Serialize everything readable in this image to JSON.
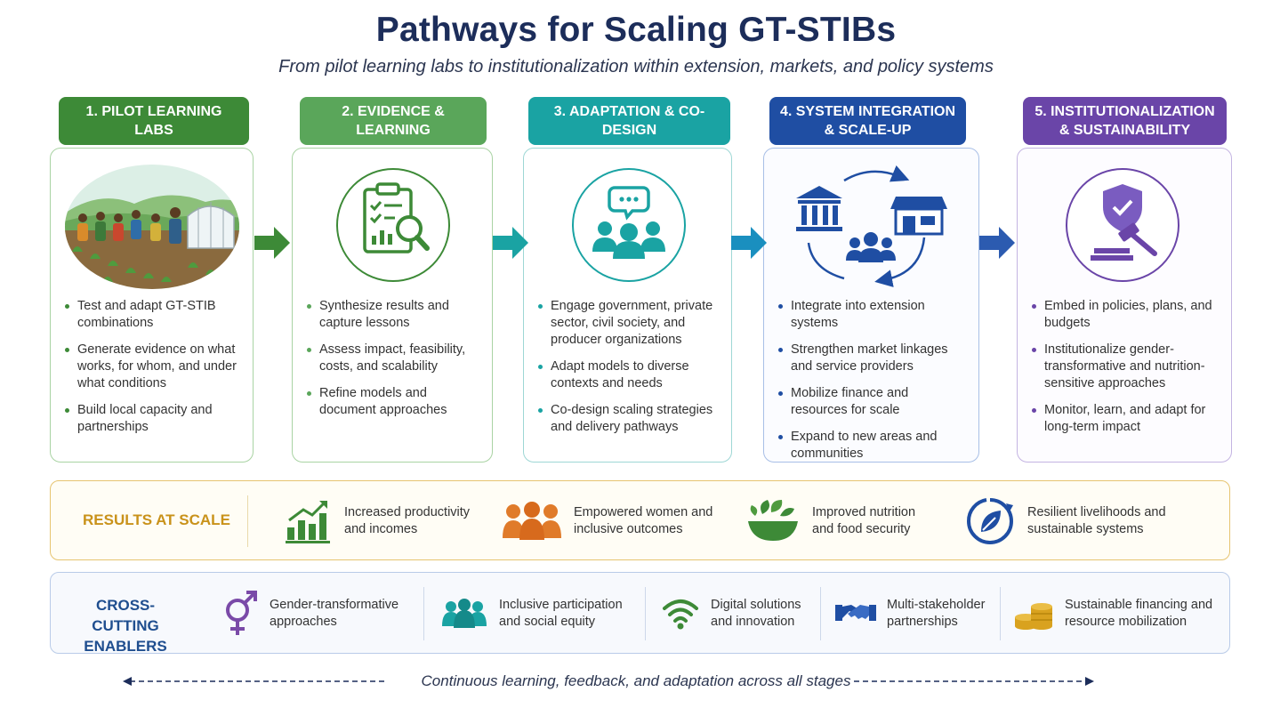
{
  "title": "Pathways for Scaling GT-STIBs",
  "subtitle": "From pilot learning labs to institutionalization within extension, markets, and policy systems",
  "stages": [
    {
      "label": "1. PILOT LEARNING LABS",
      "color": "#3d8a37",
      "bullets": [
        "Test and adapt GT-STIB combinations",
        "Generate evidence on what works, for whom, and under what conditions",
        "Build local capacity and partnerships"
      ]
    },
    {
      "label": "2. EVIDENCE & LEARNING",
      "color": "#5aa65a",
      "bullets": [
        "Synthesize results and capture lessons",
        "Assess impact, feasibility, costs, and scalability",
        "Refine models and document approaches"
      ]
    },
    {
      "label": "3. ADAPTATION & CO-DESIGN",
      "color": "#1aa3a3",
      "bullets": [
        "Engage government, private sector, civil society, and producer organizations",
        "Adapt models to diverse contexts and needs",
        "Co-design scaling strategies and delivery pathways"
      ]
    },
    {
      "label": "4. SYSTEM INTEGRATION & SCALE-UP",
      "color": "#1f4ea3",
      "bullets": [
        "Integrate into extension systems",
        "Strengthen market linkages and service providers",
        "Mobilize finance and resources for scale",
        "Expand to new areas and communities"
      ]
    },
    {
      "label": "5. INSTITUTIONALIZATION & SUSTAINABILITY",
      "color": "#6a45a8",
      "bullets": [
        "Embed in policies, plans, and budgets",
        "Institutionalize gender-transformative and nutrition-sensitive approaches",
        "Monitor, learn, and adapt for long-term impact"
      ]
    }
  ],
  "results": {
    "label": "RESULTS AT SCALE",
    "items": [
      {
        "text": "Increased productivity and incomes",
        "icon": "bar-chart-growth-icon",
        "color": "#3d8a37"
      },
      {
        "text": "Empowered women and inclusive outcomes",
        "icon": "women-group-icon",
        "color": "#e07b2a"
      },
      {
        "text": "Improved nutrition and food security",
        "icon": "salad-bowl-icon",
        "color": "#3d8a37"
      },
      {
        "text": "Resilient livelihoods and sustainable systems",
        "icon": "leaf-cycle-icon",
        "color": "#1f4ea3"
      }
    ]
  },
  "enablers": {
    "label": "CROSS-CUTTING ENABLERS",
    "items": [
      {
        "text": "Gender-transformative approaches",
        "icon": "gender-symbol-icon",
        "color": "#7a4aa8"
      },
      {
        "text": "Inclusive participation and social equity",
        "icon": "people-group-icon",
        "color": "#1aa3a3"
      },
      {
        "text": "Digital solutions and innovation",
        "icon": "wifi-signal-icon",
        "color": "#3d8a37"
      },
      {
        "text": "Multi-stakeholder partnerships",
        "icon": "handshake-icon",
        "color": "#1f4ea3"
      },
      {
        "text": "Sustainable financing and resource mobilization",
        "icon": "coins-stack-icon",
        "color": "#d9a21f"
      }
    ]
  },
  "footer": "Continuous learning, feedback, and adaptation across all stages"
}
